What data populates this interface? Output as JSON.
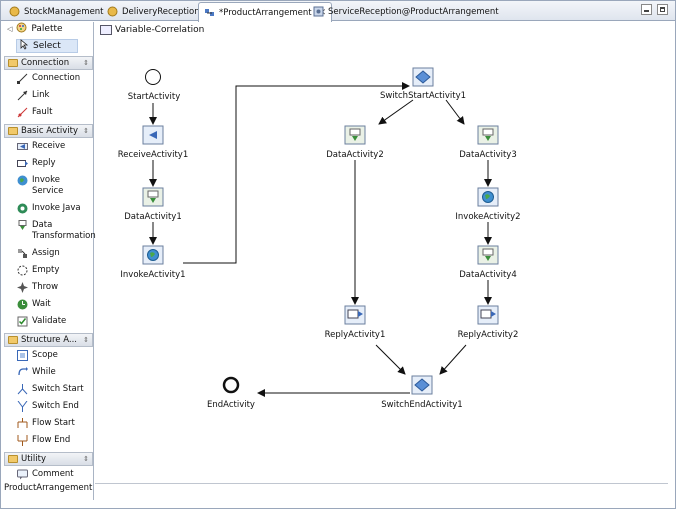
{
  "tabs": [
    {
      "label": "StockManagement",
      "icon": "process-icon"
    },
    {
      "label": "DeliveryReception",
      "icon": "process-icon"
    },
    {
      "label": "*ProductArrangement",
      "icon": "flow-icon",
      "active": true
    },
    {
      "label": "ServiceReception@ProductArrangement",
      "icon": "service-icon"
    }
  ],
  "palette": {
    "title": "Palette",
    "select_label": "Select",
    "drawers": [
      {
        "label": "Connection",
        "items": [
          "Connection",
          "Link",
          "Fault"
        ]
      },
      {
        "label": "Basic Activity",
        "items": [
          "Receive",
          "Reply",
          "Invoke Service",
          "Invoke Java",
          "Data Transformation",
          "Assign",
          "Empty",
          "Throw",
          "Wait",
          "Validate"
        ]
      },
      {
        "label": "Structure A...",
        "items": [
          "Scope",
          "While",
          "Switch Start",
          "Switch End",
          "Flow Start",
          "Flow End"
        ]
      },
      {
        "label": "Utility",
        "items": [
          "Comment"
        ]
      }
    ]
  },
  "correlation_label": "Variable-Correlation",
  "footer_label": "ProductArrangement",
  "nodes": {
    "start": "StartActivity",
    "receive1": "ReceiveActivity1",
    "data1": "DataActivity1",
    "invoke1": "InvokeActivity1",
    "switch_start": "SwitchStartActivity1",
    "data2": "DataActivity2",
    "data3": "DataActivity3",
    "invoke2": "InvokeActivity2",
    "data4": "DataActivity4",
    "reply1": "ReplyActivity1",
    "reply2": "ReplyActivity2",
    "switch_end": "SwitchEndActivity1",
    "end": "EndActivity"
  }
}
